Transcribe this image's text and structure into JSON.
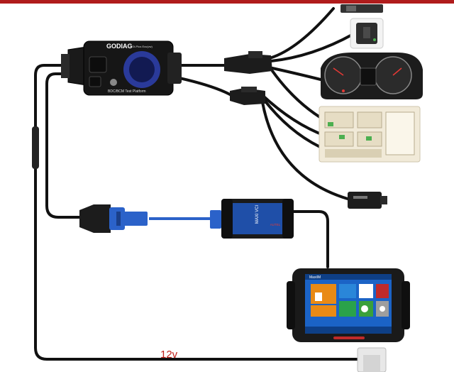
{
  "colors": {
    "top_bar": "#b01c1c",
    "cable": "#111111",
    "vci_blue": "#1f4fa8",
    "connector_blue": "#2b62c9",
    "label_red": "#c0201a",
    "tablet_blue": "#1b63c6"
  },
  "adapter": {
    "brand": "GODIAG",
    "subtitle": "Gt-Plus Ecu(vw)",
    "caption": "BDC/BCM Test Platform"
  },
  "vci": {
    "model_text": "MAXI VCI",
    "brand": "AUTEL"
  },
  "tablet": {
    "header": "MaxiIM",
    "tile_icons": [
      "key-icon",
      "car-icon",
      "hand-icon",
      "ecu-icon",
      "disc-icon",
      "gear-icon"
    ]
  },
  "power": {
    "label": "12v"
  }
}
